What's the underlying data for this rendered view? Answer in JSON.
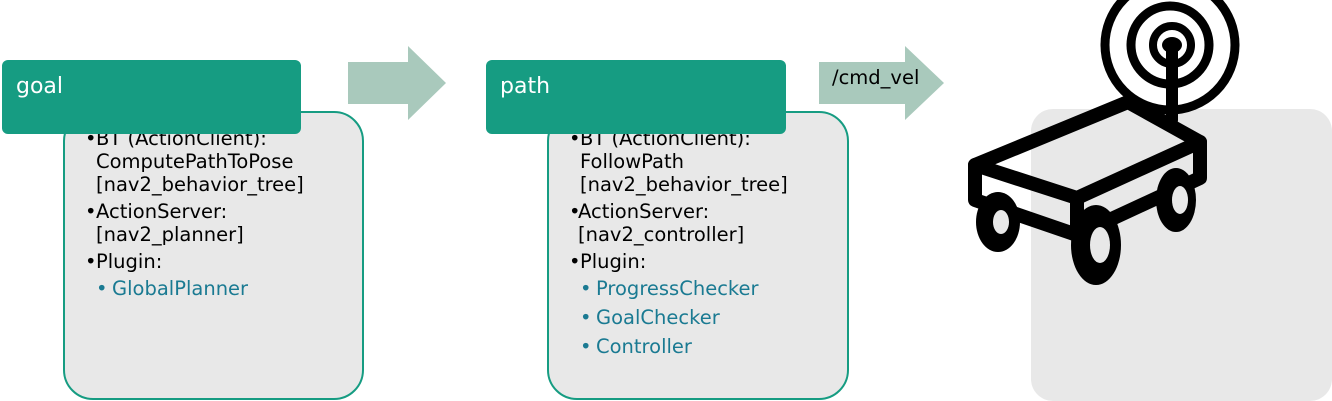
{
  "diagram": {
    "goal_box": {
      "header": "goal",
      "items": [
        {
          "bullet": "•",
          "lines": [
            "BT (ActionClient):",
            "ComputePathToPose",
            "[nav2_behavior_tree]"
          ]
        },
        {
          "bullet": "•",
          "lines": [
            "ActionServer:",
            "[nav2_planner]"
          ]
        },
        {
          "bullet": "•",
          "lines": [
            "Plugin:"
          ]
        }
      ],
      "plugins": [
        "GlobalPlanner"
      ]
    },
    "path_box": {
      "header": "path",
      "items": [
        {
          "bullet": "•",
          "lines": [
            "BT (ActionClient):",
            "FollowPath",
            "[nav2_behavior_tree]"
          ]
        },
        {
          "bullet": "•",
          "lines": [
            "ActionServer:",
            "[nav2_controller]"
          ]
        },
        {
          "bullet": "•",
          "lines": [
            "Plugin:"
          ]
        }
      ],
      "plugins": [
        "ProgressChecker",
        "GoalChecker",
        "Controller"
      ]
    },
    "arrow_cmd_label": "/cmd_vel"
  },
  "colors": {
    "header_bg": "#169c82",
    "card_bg": "#e8e8e8",
    "card_border": "#169c82",
    "arrow_fill": "#a9c9bc",
    "plugin_text": "#1a7a92",
    "robot_stroke": "#000000"
  },
  "icons": [
    "arrow-right-icon",
    "robot-antenna-icon"
  ]
}
